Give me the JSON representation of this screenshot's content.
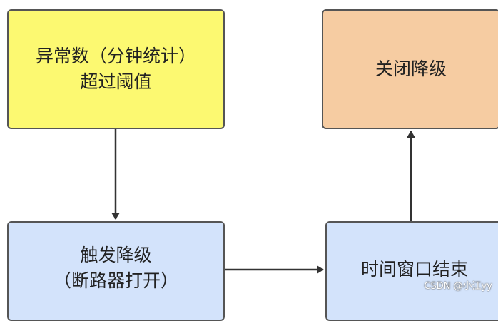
{
  "nodes": {
    "threshold": {
      "line1": "异常数（分钟统计）",
      "line2": "超过阈值",
      "fill": "#fcf971"
    },
    "close": {
      "line1": "关闭降级",
      "fill": "#f6cca2"
    },
    "trigger": {
      "line1": "触发降级",
      "line2": "（断路器打开）",
      "fill": "#d3e3fb"
    },
    "window": {
      "line1": "时间窗口结束",
      "fill": "#d3e3fb"
    }
  },
  "edges": [
    {
      "from": "threshold",
      "to": "trigger"
    },
    {
      "from": "trigger",
      "to": "window"
    },
    {
      "from": "window",
      "to": "close"
    }
  ],
  "colors": {
    "border": "#555555",
    "edge": "#333333"
  },
  "watermark": "CSDN @小江yy"
}
